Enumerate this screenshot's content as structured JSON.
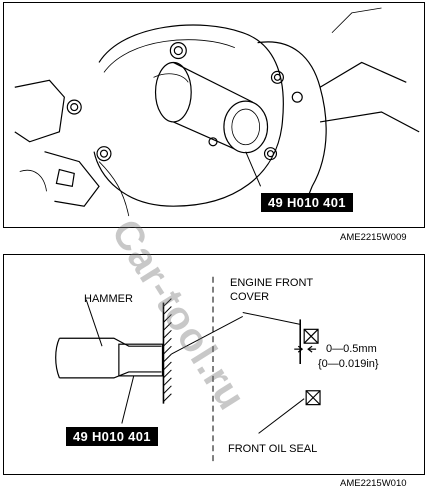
{
  "figure_top": {
    "tool_number": "49 H010 401",
    "figure_code": "AME2215W009"
  },
  "figure_bottom": {
    "hammer_label": "HAMMER",
    "cover_label_line1": "ENGINE FRONT",
    "cover_label_line2": "COVER",
    "dimension_mm": "0—0.5mm",
    "dimension_in": "{0—0.019in}",
    "seal_label": "FRONT OIL SEAL",
    "tool_number": "49 H010 401",
    "figure_code": "AME2215W010"
  },
  "watermark": "Car-tool.ru"
}
